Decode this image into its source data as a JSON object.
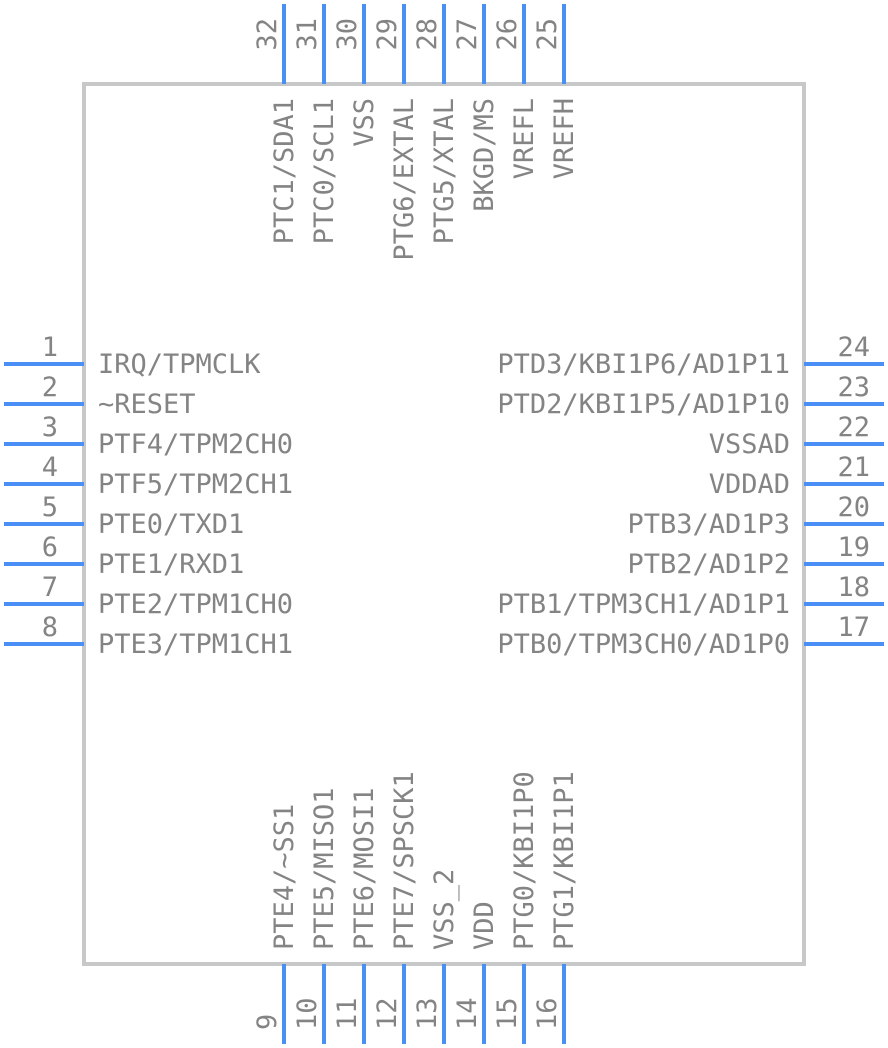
{
  "component": {
    "body_color": "#c8c8c8",
    "pin_color": "#4a8ff5",
    "text_color": "#848484"
  },
  "pins": {
    "left": [
      {
        "number": "1",
        "name": "IRQ/TPMCLK"
      },
      {
        "number": "2",
        "name": "~RESET"
      },
      {
        "number": "3",
        "name": "PTF4/TPM2CH0"
      },
      {
        "number": "4",
        "name": "PTF5/TPM2CH1"
      },
      {
        "number": "5",
        "name": "PTE0/TXD1"
      },
      {
        "number": "6",
        "name": "PTE1/RXD1"
      },
      {
        "number": "7",
        "name": "PTE2/TPM1CH0"
      },
      {
        "number": "8",
        "name": "PTE3/TPM1CH1"
      }
    ],
    "bottom": [
      {
        "number": "9",
        "name": "PTE4/~SS1"
      },
      {
        "number": "10",
        "name": "PTE5/MISO1"
      },
      {
        "number": "11",
        "name": "PTE6/MOSI1"
      },
      {
        "number": "12",
        "name": "PTE7/SPSCK1"
      },
      {
        "number": "13",
        "name": "VSS_2"
      },
      {
        "number": "14",
        "name": "VDD"
      },
      {
        "number": "15",
        "name": "PTG0/KBI1P0"
      },
      {
        "number": "16",
        "name": "PTG1/KBI1P1"
      }
    ],
    "right": [
      {
        "number": "17",
        "name": "PTB0/TPM3CH0/AD1P0"
      },
      {
        "number": "18",
        "name": "PTB1/TPM3CH1/AD1P1"
      },
      {
        "number": "19",
        "name": "PTB2/AD1P2"
      },
      {
        "number": "20",
        "name": "PTB3/AD1P3"
      },
      {
        "number": "21",
        "name": "VDDAD"
      },
      {
        "number": "22",
        "name": "VSSAD"
      },
      {
        "number": "23",
        "name": "PTD2/KBI1P5/AD1P10"
      },
      {
        "number": "24",
        "name": "PTD3/KBI1P6/AD1P11"
      }
    ],
    "top": [
      {
        "number": "25",
        "name": "VREFH"
      },
      {
        "number": "26",
        "name": "VREFL"
      },
      {
        "number": "27",
        "name": "BKGD/MS"
      },
      {
        "number": "28",
        "name": "PTG5/XTAL"
      },
      {
        "number": "29",
        "name": "PTG6/EXTAL"
      },
      {
        "number": "30",
        "name": "VSS"
      },
      {
        "number": "31",
        "name": "PTC0/SCL1"
      },
      {
        "number": "32",
        "name": "PTC1/SDA1"
      }
    ]
  }
}
